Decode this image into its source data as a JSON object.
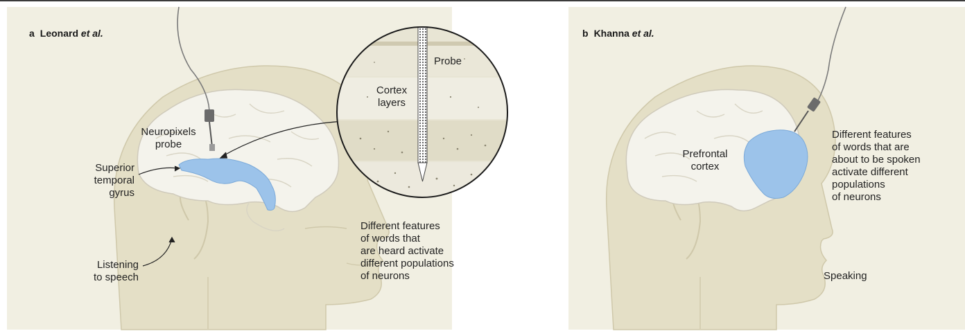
{
  "panels": [
    {
      "letter": "a",
      "author": "Leonard",
      "etal": " et al."
    },
    {
      "letter": "b",
      "author": "Khanna",
      "etal": " et al."
    }
  ],
  "panel_a": {
    "probe_label": "Neuropixels\nprobe",
    "region_label": "Superior\ntemporal\ngyrus",
    "stimulus_label": "Listening\nto speech",
    "inset_probe_label": "Probe",
    "inset_layers_label": "Cortex\nlayers",
    "description": "Different features\nof words that\nare heard activate\ndifferent populations\nof neurons"
  },
  "panel_b": {
    "region_label": "Prefrontal\ncortex",
    "description": "Different features\nof words that are\nabout to be spoken\nactivate different\npopulations\nof neurons",
    "action_label": "Speaking"
  },
  "colors": {
    "background": "#f1efe2",
    "head": "#e4dfc6",
    "brain": "#f4f3ec",
    "highlight": "#9cc3ea",
    "probe": "#6b6b6b"
  }
}
